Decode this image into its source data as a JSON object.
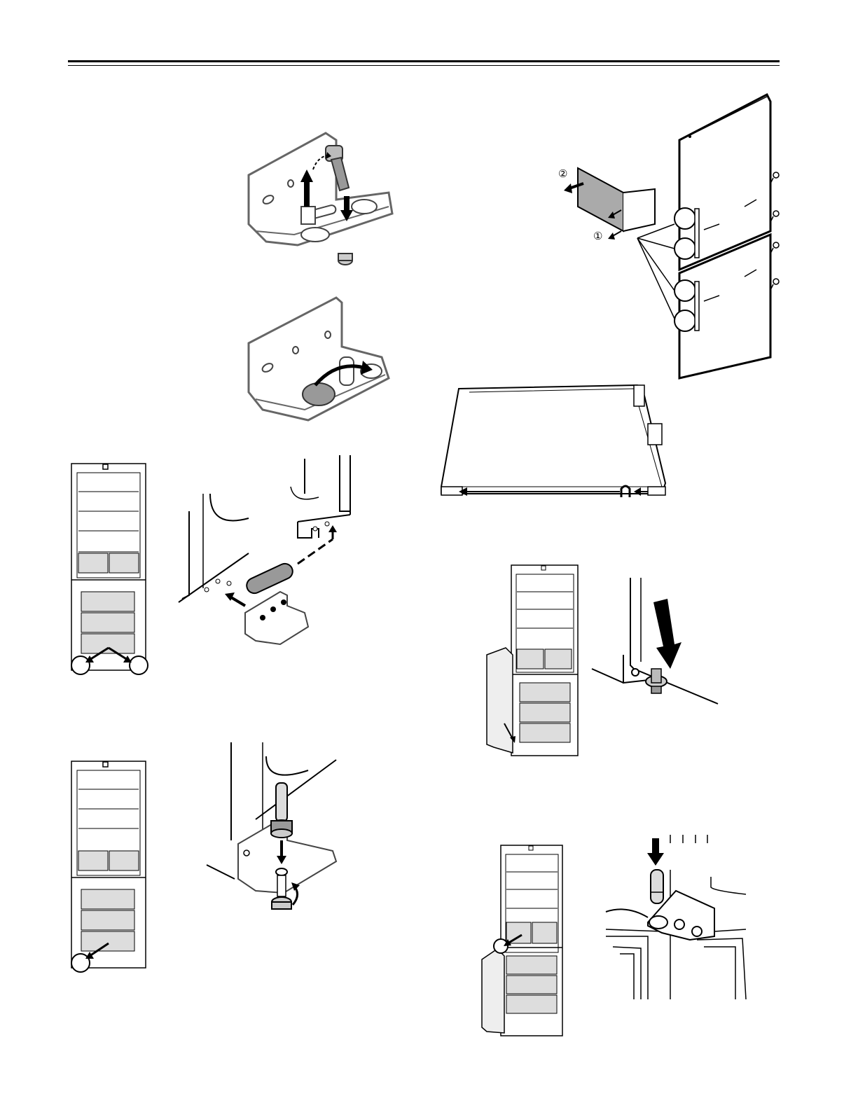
{
  "page": {
    "header_rules": 2
  },
  "figures": [
    {
      "id": "hinge-pin-remove",
      "icons": [
        "arrow-up-icon",
        "arrow-down-icon",
        "curved-arrow-icon"
      ]
    },
    {
      "id": "hinge-cap-rotate",
      "icons": [
        "curved-arrow-icon"
      ]
    },
    {
      "id": "door-handles-remove",
      "callouts": [
        "②",
        "①"
      ],
      "icons": [
        "screw-icon",
        "arrow-icon"
      ]
    },
    {
      "id": "door-side-view",
      "icons": [
        "arrow-left-icon"
      ]
    },
    {
      "id": "fridge-open-two-corners",
      "icons": [
        "arrow-icon"
      ]
    },
    {
      "id": "bottom-hinge-attach",
      "icons": [
        "arrow-icon"
      ]
    },
    {
      "id": "fridge-door-lower",
      "icons": [
        "arrow-down-icon"
      ]
    },
    {
      "id": "fridge-one-corner",
      "icons": [
        "arrow-icon"
      ]
    },
    {
      "id": "hinge-pin-insert",
      "icons": [
        "arrow-down-icon",
        "rotate-arrow-icon"
      ]
    },
    {
      "id": "fridge-door-mid-hinge",
      "icons": [
        "arrow-icon"
      ]
    },
    {
      "id": "mid-hinge-pin",
      "icons": [
        "arrow-down-icon"
      ]
    }
  ],
  "callouts": {
    "one": "①",
    "two": "②"
  }
}
